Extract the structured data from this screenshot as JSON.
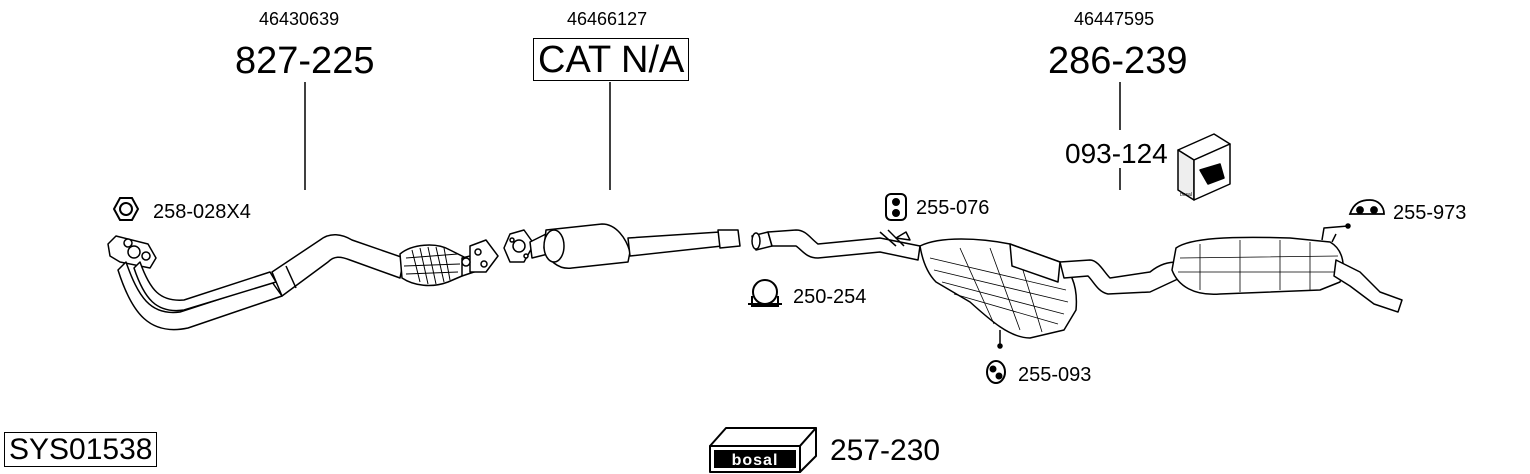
{
  "colors": {
    "stroke": "#000000",
    "pipe_fill": "#ffffff",
    "part_fill": "#eeeeee",
    "background": "#ffffff"
  },
  "system_code": "SYS01538",
  "kit": {
    "brand_mark": "bosal",
    "number": "257-230"
  },
  "sections": [
    {
      "oem_number": "46430639",
      "part_number": "827-225",
      "boxed": false
    },
    {
      "oem_number": "46466127",
      "part_number": "CAT N/A",
      "boxed": true
    },
    {
      "oem_number": "46447595",
      "part_number": "286-239",
      "boxed": false
    }
  ],
  "fitting_kit": {
    "part_number": "093-124",
    "icon": "fitting-kit-box-icon",
    "box_brand": "bosal"
  },
  "small_parts": [
    {
      "part_number": "258-028X4",
      "icon": "hex-nut-icon"
    },
    {
      "part_number": "255-076",
      "icon": "rubber-mount-icon"
    },
    {
      "part_number": "250-254",
      "icon": "pipe-clamp-icon"
    },
    {
      "part_number": "255-093",
      "icon": "round-rubber-mount-icon"
    },
    {
      "part_number": "255-973",
      "icon": "rubber-hanger-icon"
    }
  ]
}
